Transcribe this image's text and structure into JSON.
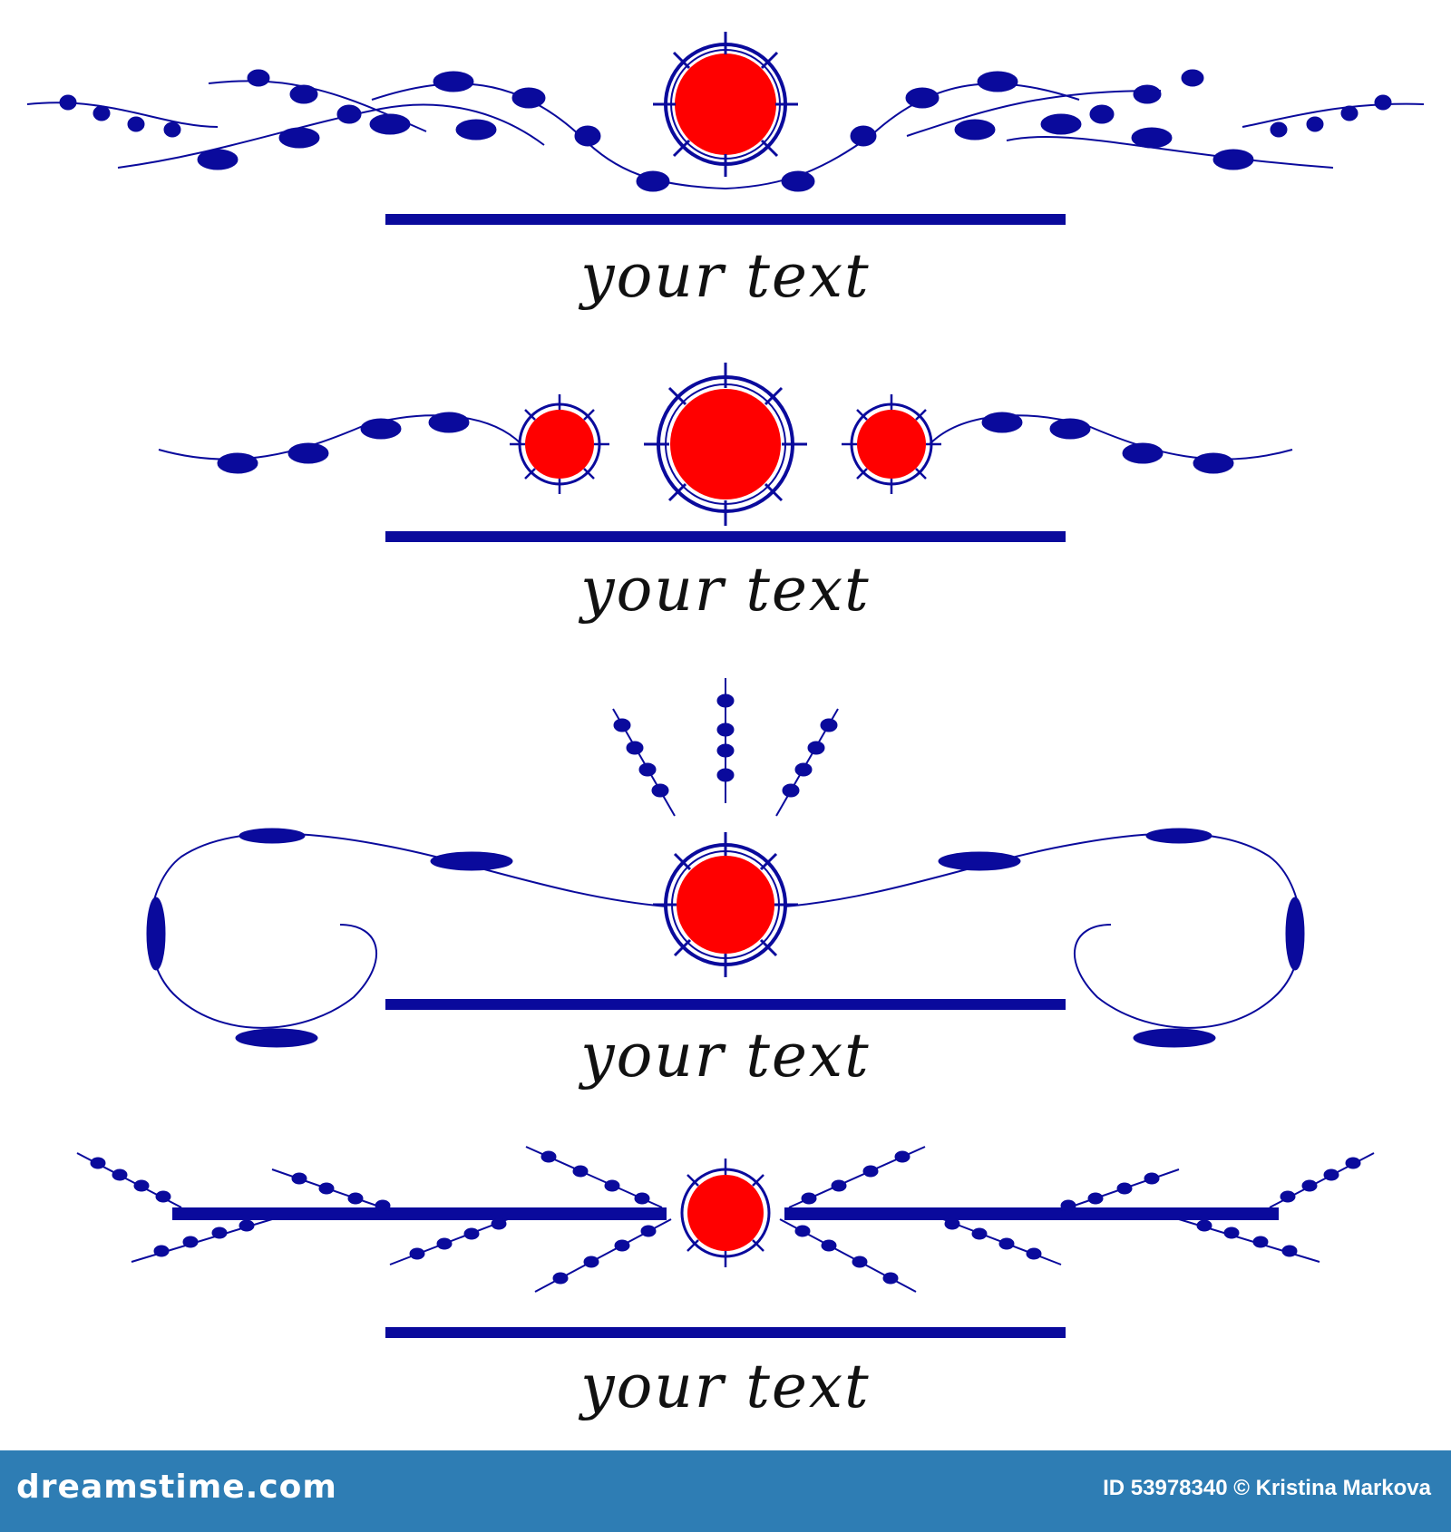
{
  "captions": [
    "your text",
    "your text",
    "your text",
    "your text"
  ],
  "footer": {
    "site": "dreamstime.com",
    "credit": "ID 53978340 © Kristina Markova"
  },
  "colors": {
    "blue": "#0a0a9c",
    "red": "#ff0000",
    "footer_bg": "#2e7db4"
  }
}
